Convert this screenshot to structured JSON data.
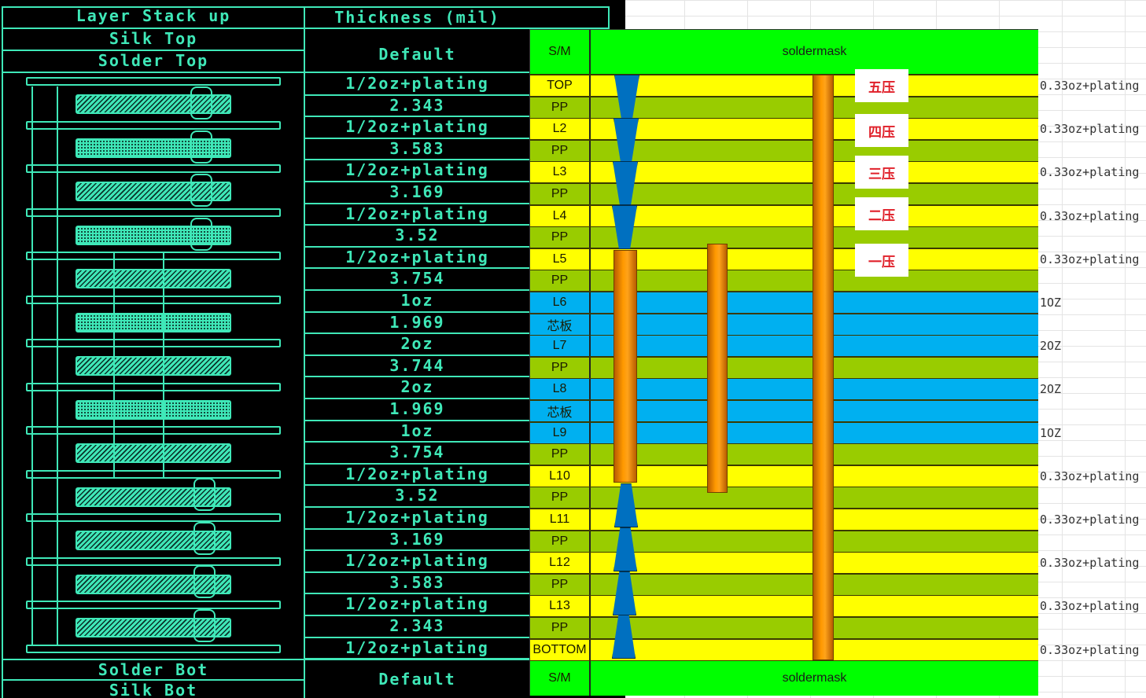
{
  "cad": {
    "header_left": "Layer Stack up",
    "header_right": "Thickness (mil)",
    "silk_top": "Silk Top",
    "solder_top": "Solder Top",
    "default_top": "Default",
    "solder_bot": "Solder Bot",
    "silk_bot": "Silk Bot",
    "default_bot": "Default",
    "thickness_rows": [
      "1/2oz+plating",
      "2.343",
      "1/2oz+plating",
      "3.583",
      "1/2oz+plating",
      "3.169",
      "1/2oz+plating",
      "3.52",
      "1/2oz+plating",
      "3.754",
      "1oz",
      "1.969",
      "2oz",
      "3.744",
      "2oz",
      "1.969",
      "1oz",
      "3.754",
      "1/2oz+plating",
      "3.52",
      "1/2oz+plating",
      "3.169",
      "1/2oz+plating",
      "3.583",
      "1/2oz+plating",
      "2.343",
      "1/2oz+plating"
    ],
    "core_patterns": [
      "hatch",
      "dots",
      "hatch",
      "dots",
      "hatch",
      "dots",
      "hatch",
      "dots",
      "hatch",
      "hatch",
      "hatch",
      "hatch",
      "hatch"
    ]
  },
  "stack": {
    "top_mask": {
      "label": "S/M",
      "text": "soldermask"
    },
    "bottom_mask": {
      "label": "S/M",
      "text": "soldermask"
    },
    "layers": [
      {
        "label": "TOP",
        "color": "yellow",
        "note": "0.33oz+plating"
      },
      {
        "label": "PP",
        "color": "olive",
        "note": ""
      },
      {
        "label": "L2",
        "color": "yellow",
        "note": "0.33oz+plating"
      },
      {
        "label": "PP",
        "color": "olive",
        "note": ""
      },
      {
        "label": "L3",
        "color": "yellow",
        "note": "0.33oz+plating"
      },
      {
        "label": "PP",
        "color": "olive",
        "note": ""
      },
      {
        "label": "L4",
        "color": "yellow",
        "note": "0.33oz+plating"
      },
      {
        "label": "PP",
        "color": "olive",
        "note": ""
      },
      {
        "label": "L5",
        "color": "yellow",
        "note": "0.33oz+plating"
      },
      {
        "label": "PP",
        "color": "olive",
        "note": ""
      },
      {
        "label": "L6",
        "color": "blue",
        "note": "1OZ"
      },
      {
        "label": "芯板",
        "color": "blue",
        "note": ""
      },
      {
        "label": "L7",
        "color": "blue",
        "note": "2OZ"
      },
      {
        "label": "PP",
        "color": "olive",
        "note": ""
      },
      {
        "label": "L8",
        "color": "blue",
        "note": "2OZ"
      },
      {
        "label": "芯板",
        "color": "blue",
        "note": ""
      },
      {
        "label": "L9",
        "color": "blue",
        "note": "1OZ"
      },
      {
        "label": "PP",
        "color": "olive",
        "note": ""
      },
      {
        "label": "L10",
        "color": "yellow",
        "note": "0.33oz+plating"
      },
      {
        "label": "PP",
        "color": "olive",
        "note": ""
      },
      {
        "label": "L11",
        "color": "yellow",
        "note": "0.33oz+plating"
      },
      {
        "label": "PP",
        "color": "olive",
        "note": ""
      },
      {
        "label": "L12",
        "color": "yellow",
        "note": "0.33oz+plating"
      },
      {
        "label": "PP",
        "color": "olive",
        "note": ""
      },
      {
        "label": "L13",
        "color": "yellow",
        "note": "0.33oz+plating"
      },
      {
        "label": "PP",
        "color": "olive",
        "note": ""
      },
      {
        "label": "BOTTOM",
        "color": "yellow",
        "note": "0.33oz+plating"
      }
    ],
    "press_labels": [
      "五压",
      "四压",
      "三压",
      "二压",
      "一压"
    ],
    "colors": {
      "soldermask": "#00ff00",
      "copper": "#ffff00",
      "prepreg": "#99cc00",
      "core": "#00b0f0",
      "microvia": "#0070c0",
      "through_hole": "#ff9900",
      "press_text": "#e0202a"
    }
  }
}
